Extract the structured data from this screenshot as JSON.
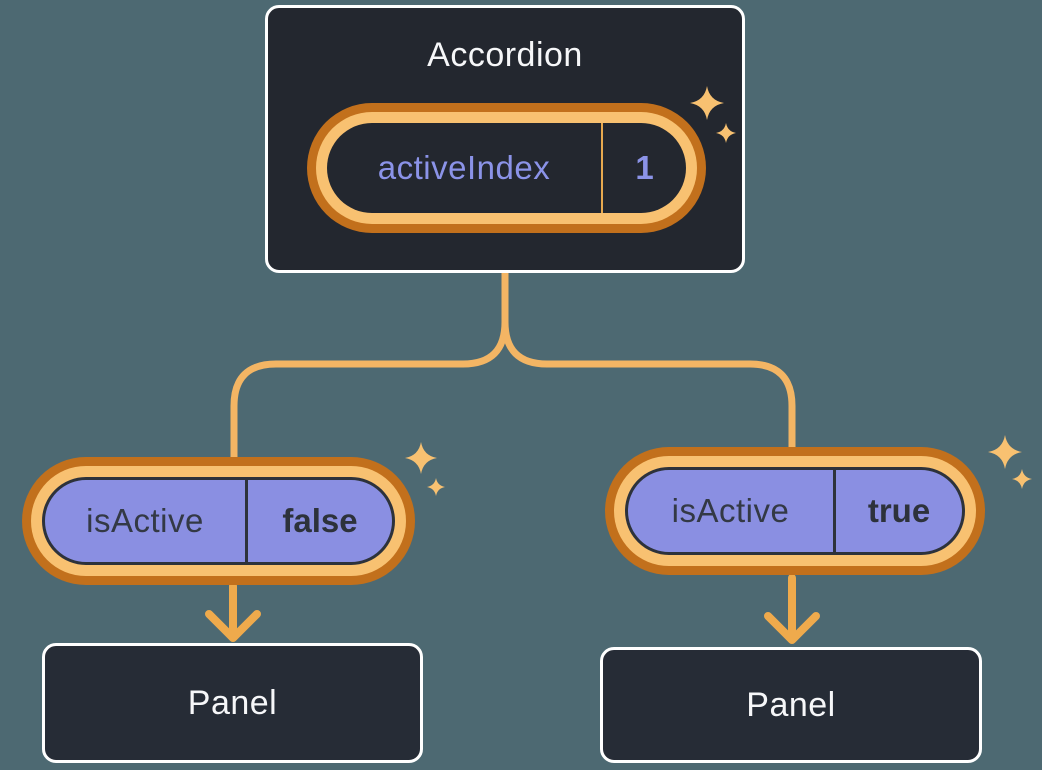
{
  "palette": {
    "background": "#4D6972",
    "node_fill": "#23272F",
    "panel_fill": "#262C36",
    "node_border": "#FFFFFF",
    "node_text": "#F6F7F9",
    "ring_outer": "#C2701C",
    "ring_inner": "#F8C171",
    "purple": "#8A8FE2",
    "dark_text": "#333945",
    "state_text": "#8B93E8",
    "connector": "#F3B564",
    "arrow": "#EFAA4C",
    "sparkle": "#F8C171"
  },
  "accordion": {
    "title": "Accordion",
    "state_pill": {
      "label": "activeIndex",
      "value": "1"
    }
  },
  "children": [
    {
      "prop_pill": {
        "label": "isActive",
        "value": "false"
      },
      "panel_label": "Panel"
    },
    {
      "prop_pill": {
        "label": "isActive",
        "value": "true"
      },
      "panel_label": "Panel"
    }
  ],
  "icons": {
    "sparkle": "sparkle-stars",
    "arrow": "arrow-down"
  }
}
